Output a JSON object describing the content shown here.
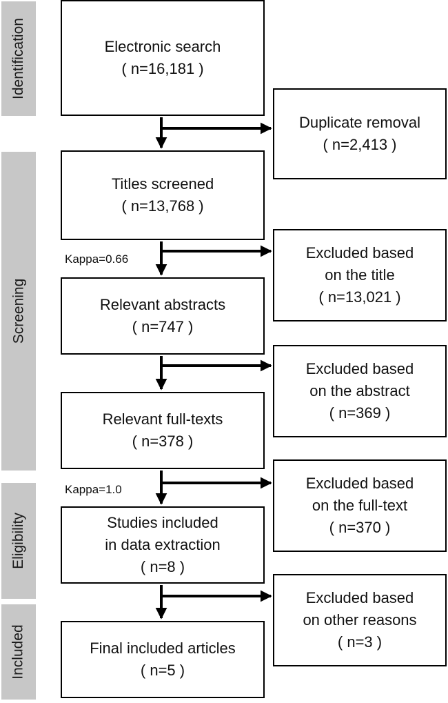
{
  "phases": [
    {
      "id": "identification",
      "label": "Identification"
    },
    {
      "id": "screening",
      "label": "Screening"
    },
    {
      "id": "eligibility",
      "label": "Eligibility"
    },
    {
      "id": "included",
      "label": "Included"
    }
  ],
  "main_boxes": [
    {
      "id": "electronic-search",
      "lines": [
        "Electronic search",
        "( n=16,181 )"
      ]
    },
    {
      "id": "titles-screened",
      "lines": [
        "Titles screened",
        "( n=13,768 )"
      ]
    },
    {
      "id": "relevant-abstracts",
      "lines": [
        "Relevant abstracts",
        "( n=747 )"
      ]
    },
    {
      "id": "relevant-full-texts",
      "lines": [
        "Relevant full-texts",
        "( n=378 )"
      ]
    },
    {
      "id": "studies-included",
      "lines": [
        "Studies included",
        "in data extraction",
        "( n=8  )"
      ]
    },
    {
      "id": "final-included",
      "lines": [
        "Final included articles",
        "( n=5 )"
      ]
    }
  ],
  "side_boxes": [
    {
      "id": "duplicate-removal",
      "lines": [
        "Duplicate removal",
        "( n=2,413 )"
      ]
    },
    {
      "id": "excluded-title",
      "lines": [
        "Excluded based",
        "on the title",
        "( n=13,021 )"
      ]
    },
    {
      "id": "excluded-abstract",
      "lines": [
        "Excluded based",
        "on the abstract",
        "( n=369 )"
      ]
    },
    {
      "id": "excluded-fulltext",
      "lines": [
        "Excluded based",
        "on the full-text",
        "( n=370 )"
      ]
    },
    {
      "id": "excluded-other",
      "lines": [
        "Excluded based",
        "on other reasons",
        "( n=3 )"
      ]
    }
  ],
  "kappa_labels": [
    {
      "id": "kappa-titles",
      "text": "Kappa=0.66"
    },
    {
      "id": "kappa-fulltexts",
      "text": "Kappa=1.0"
    }
  ]
}
